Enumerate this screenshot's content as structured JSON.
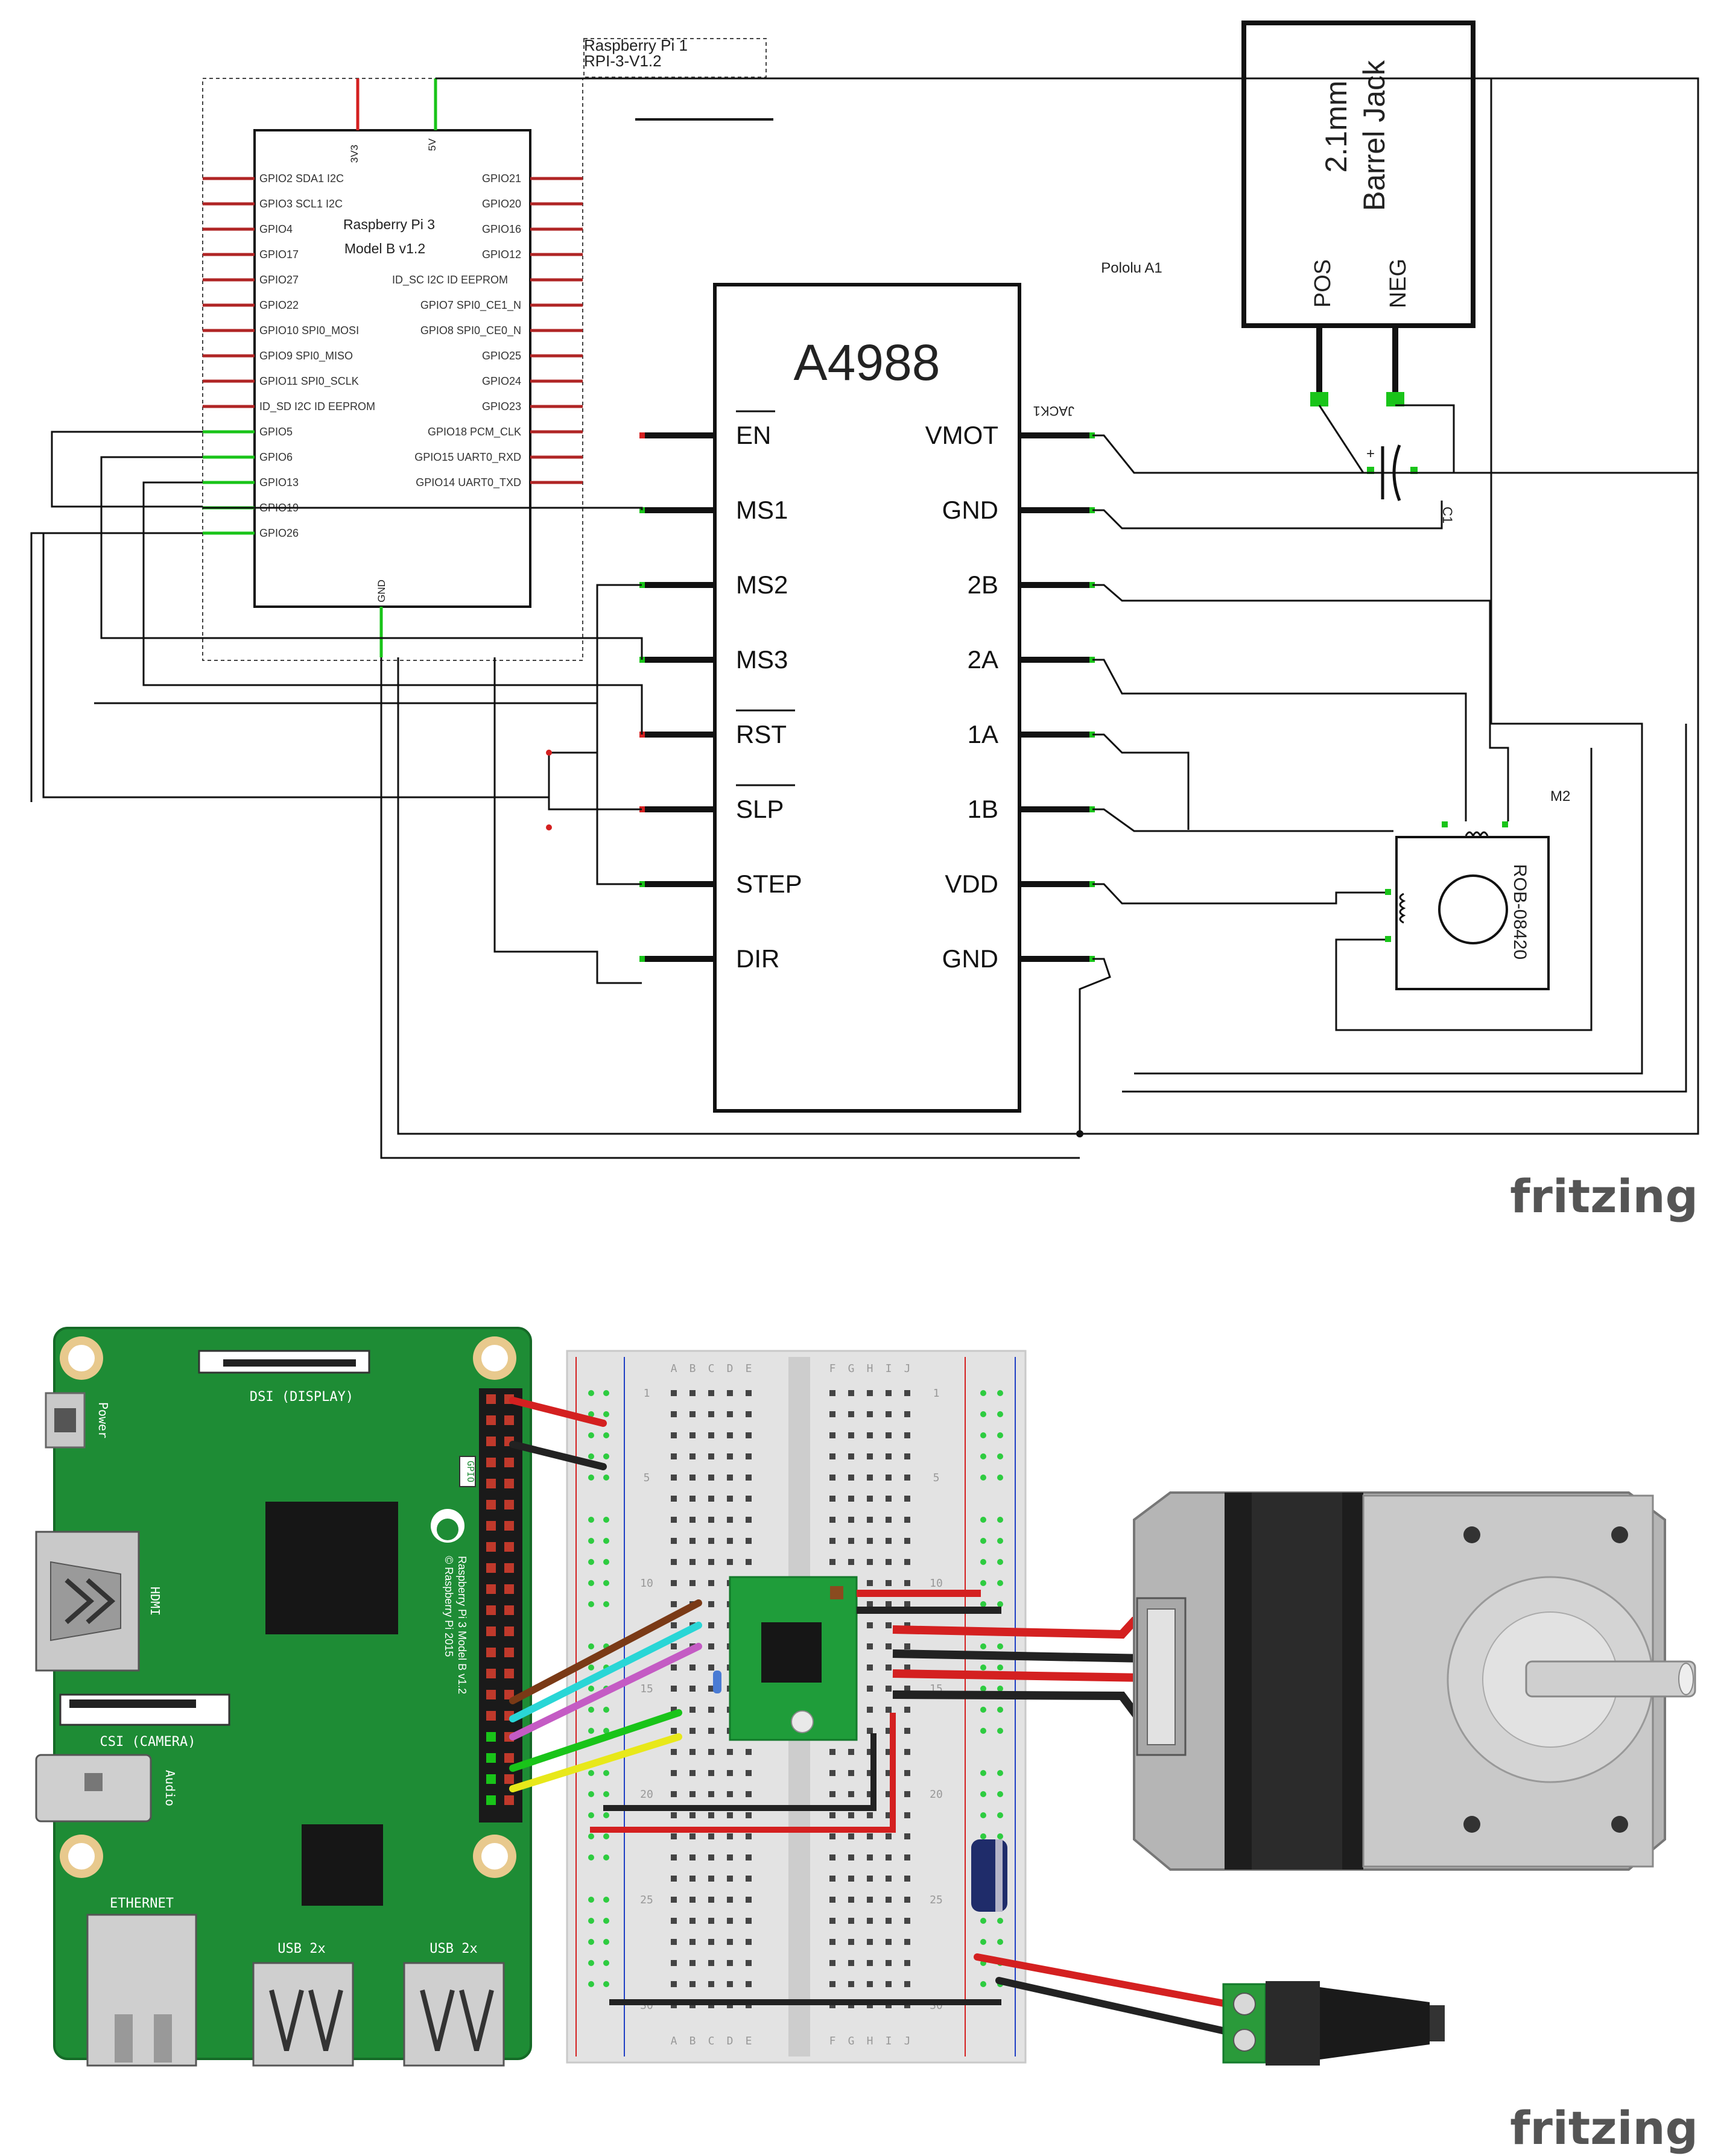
{
  "schematic": {
    "rpi_part": {
      "ref": "Raspberry Pi 1",
      "name": "RPI-3-V1.2"
    },
    "rpi_title": [
      "Raspberry Pi 3",
      "Model B v1.2"
    ],
    "rpi_top_pins": [
      "3V3",
      "5V"
    ],
    "rpi_bottom_pin": "GND",
    "rpi_left_pins": [
      "GPIO2 SDA1 I2C",
      "GPIO3 SCL1 I2C",
      "GPIO4",
      "GPIO17",
      "GPIO27",
      "GPIO22",
      "GPIO10 SPI0_MOSI",
      "GPIO9 SPI0_MISO",
      "GPIO11 SPI0_SCLK",
      "ID_SD I2C ID EEPROM",
      "GPIO5",
      "GPIO6",
      "GPIO13",
      "GPIO19",
      "GPIO26"
    ],
    "rpi_right_pins": [
      "GPIO21",
      "GPIO20",
      "GPIO16",
      "GPIO12",
      "ID_SC I2C ID EEPROM",
      "GPIO7 SPI0_CE1_N",
      "GPIO8 SPI0_CE0_N",
      "GPIO25",
      "GPIO24",
      "GPIO23",
      "GPIO18 PCM_CLK",
      "GPIO15 UART0_RXD",
      "GPIO14 UART0_TXD"
    ],
    "driver_title": "A4988",
    "driver_ref": "Pololu A1",
    "driver_left_pins": [
      "EN",
      "MS1",
      "MS2",
      "MS3",
      "RST",
      "SLP",
      "STEP",
      "DIR"
    ],
    "driver_right_pins": [
      "VMOT",
      "GND",
      "2B",
      "2A",
      "1A",
      "1B",
      "VDD",
      "GND"
    ],
    "jack_title": [
      "2.1mm",
      "Barrel Jack"
    ],
    "jack_pins": [
      "POS",
      "NEG"
    ],
    "jack_ref": "JACK1",
    "cap_ref": "C1",
    "motor_ref": "M2",
    "motor_name": "ROB-08420",
    "logo": "fritzing"
  },
  "breadboard": {
    "rpi_labels": {
      "dsi": "DSI (DISPLAY)",
      "power": "Power",
      "hdmi": "HDMI",
      "csi": "CSI (CAMERA)",
      "audio": "Audio",
      "ethernet": "ETHERNET",
      "usb1": "USB 2x",
      "usb2": "USB 2x",
      "gpio": "GPIO",
      "model": "Raspberry Pi 3 Model B v1.2",
      "copyright": "© Raspberry Pi 2015"
    },
    "board_cols_top": [
      "A",
      "B",
      "C",
      "D",
      "E",
      "F",
      "G",
      "H",
      "I",
      "J"
    ],
    "row_numbers": [
      "1",
      "5",
      "10",
      "15",
      "20",
      "25",
      "30"
    ],
    "logo": "fritzing"
  },
  "colors": {
    "wire_red": "#d42020",
    "wire_green": "#19c419",
    "pcb_green": "#1e8c35",
    "driver_green": "#1f9d3a"
  }
}
